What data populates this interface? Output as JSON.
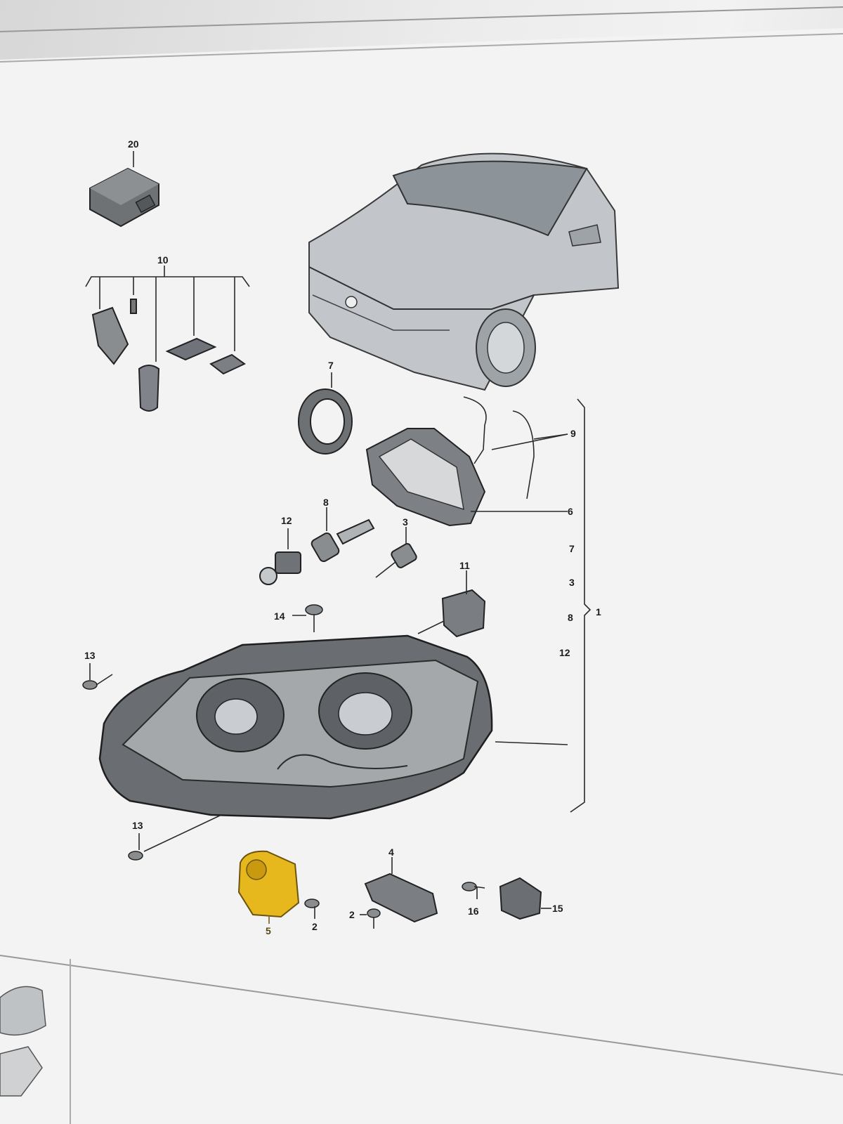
{
  "colors": {
    "part_fill": "#7a7d80",
    "part_dark": "#4a4d50",
    "highlight": "#e6b81e",
    "line": "#2a2a2a",
    "paper": "#f4f4f4"
  },
  "callouts": {
    "c20": "20",
    "c10": "10",
    "c7_top": "7",
    "c9": "9",
    "c6": "6",
    "c8_top": "8",
    "c12_top": "12",
    "c3_top": "3",
    "c7_list": "7",
    "c3_list": "3",
    "c11": "11",
    "c14": "14",
    "c8_list": "8",
    "c1": "1",
    "c12_list": "12",
    "c13_top": "13",
    "c13_bottom": "13",
    "c4": "4",
    "c5": "5",
    "c2_a": "2",
    "c2_b": "2",
    "c16": "16",
    "c15": "15"
  }
}
